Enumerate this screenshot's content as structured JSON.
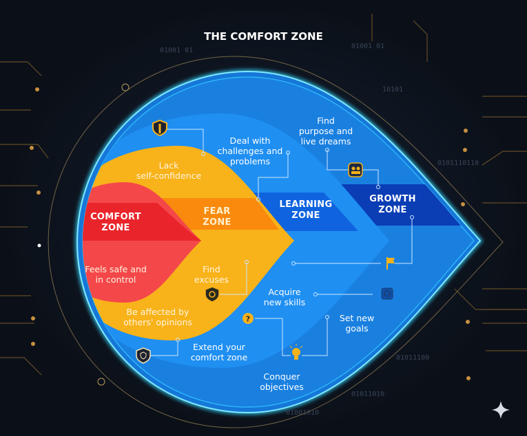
{
  "title": "THE COMFORT ZONE",
  "zones": {
    "comfort": "COMFORT\nZONE",
    "fear": "FEAR\nZONE",
    "learning": "LEARNING\nZONE",
    "growth": "GROWTH\nZONE"
  },
  "labels": {
    "lack_confidence": "Lack\nself-confidence",
    "feels_safe": "Feels safe and\nin control",
    "others_opinions": "Be affected by\nothers' opinions",
    "find_excuses": "Find\nexcuses",
    "deal_challenges": "Deal with\nchallenges and\nproblems",
    "acquire_skills": "Acquire\nnew skills",
    "extend_comfort": "Extend your\ncomfort zone",
    "find_purpose": "Find\npurpose and\nlive dreams",
    "set_goals": "Set new\ngoals",
    "conquer": "Conquer\nobjectives"
  },
  "binary": [
    "01001 01",
    "01001 01",
    "10101",
    "0101110110",
    "01011100",
    "01011010",
    "01001010"
  ],
  "colors": {
    "outer_blue": "#1677d8",
    "learning_blue": "#1f8ff2",
    "fear_yellow": "#f8b21a",
    "fear_band": "#f98a0d",
    "comfort_red": "#f4474a",
    "comfort_band": "#e9252b",
    "learning_band": "#0f63df",
    "growth_band": "#0b3db5",
    "accent_cyan": "#35d6ff",
    "circuit_gold": "#c89040"
  }
}
